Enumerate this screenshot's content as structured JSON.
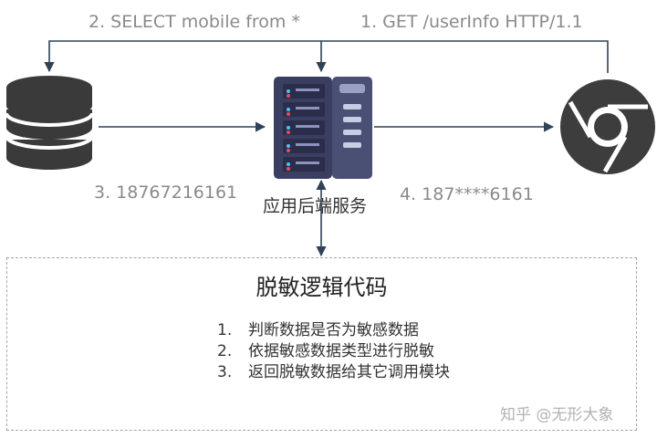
{
  "edges": {
    "get_request": "1. GET /userInfo HTTP/1.1",
    "select_query": "2. SELECT mobile from *",
    "db_result": "3. 18767216161",
    "masked_response": "4. 187****6161"
  },
  "nodes": {
    "database": {
      "icon": "database-icon"
    },
    "server": {
      "icon": "server-icon",
      "label": "应用后端服务"
    },
    "browser": {
      "icon": "chrome-browser-icon"
    }
  },
  "logic_box": {
    "title": "脱敏逻辑代码",
    "steps": [
      {
        "num": "1.",
        "text": "判断数据是否为敏感数据"
      },
      {
        "num": "2.",
        "text": "依据敏感数据类型进行脱敏"
      },
      {
        "num": "3.",
        "text": "返回脱敏数据给其它调用模块"
      }
    ]
  },
  "watermark": "知乎 @无形大象",
  "colors": {
    "line": "#2f4256",
    "label": "#8a8a8a",
    "server": "#3a3f62",
    "db": "#3a3a3a"
  }
}
